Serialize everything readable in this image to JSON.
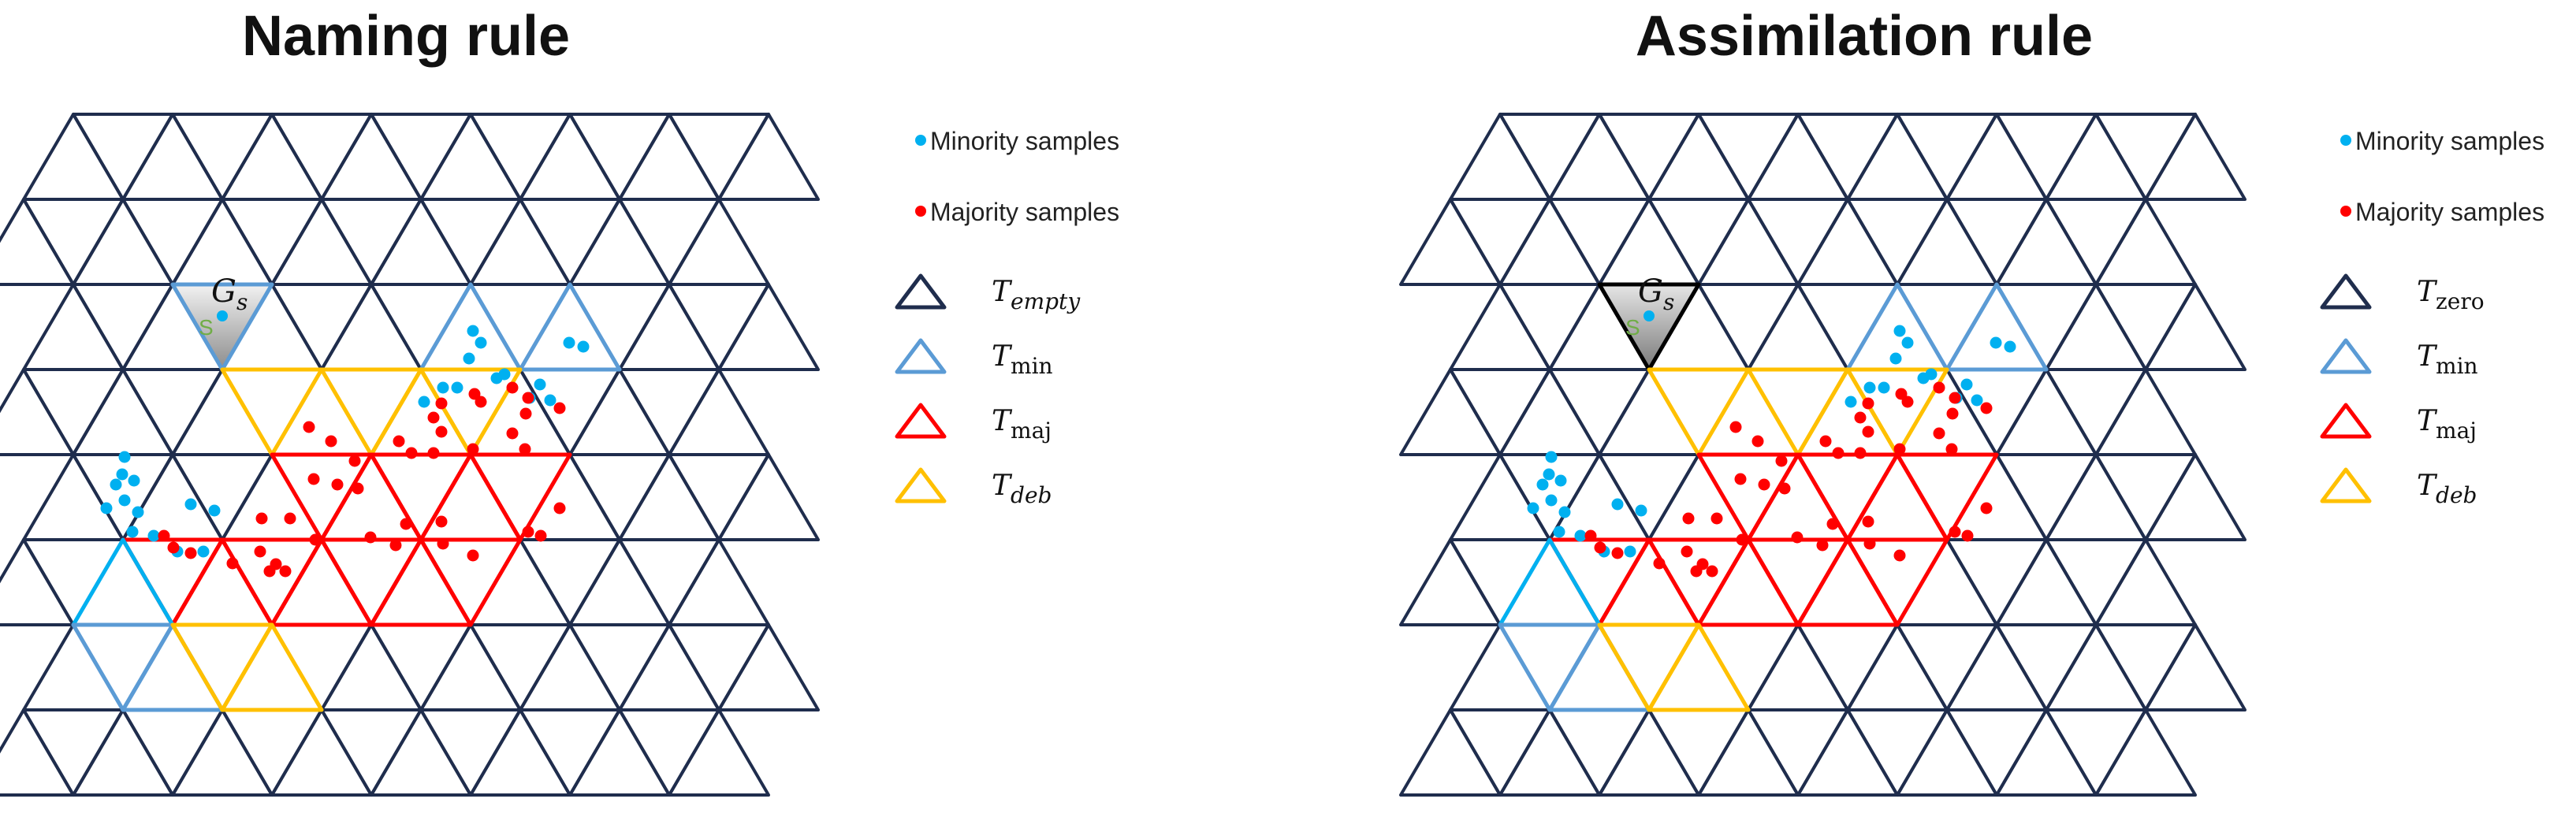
{
  "panels": [
    {
      "id": "naming",
      "title": "Naming rule",
      "grid_label": {
        "main": "G",
        "sub": "s"
      },
      "grid_cell_marker": "S",
      "gs_fill": "gray",
      "legend": {
        "minority": "Minority samples",
        "majority": "Majority samples",
        "types": [
          {
            "key": "empty",
            "main": "T",
            "sub": "empty",
            "italic_sub": true,
            "color": "#1f2d4d"
          },
          {
            "key": "min",
            "main": "T",
            "sub": "min",
            "italic_sub": false,
            "color": "#5b9bd5"
          },
          {
            "key": "maj",
            "main": "T",
            "sub": "maj",
            "italic_sub": false,
            "color": "#ff0000"
          },
          {
            "key": "deb",
            "main": "T",
            "sub": "deb",
            "italic_sub": true,
            "color": "#ffc000"
          }
        ]
      }
    },
    {
      "id": "assimilation",
      "title": "Assimilation  rule",
      "grid_label": {
        "main": "G",
        "sub": "s"
      },
      "grid_cell_marker": "S",
      "gs_fill": "gray-dark",
      "legend": {
        "minority": "Minority samples",
        "majority": "Majority samples",
        "types": [
          {
            "key": "zero",
            "main": "T",
            "sub": "zero",
            "italic_sub": false,
            "color": "#1f2d4d"
          },
          {
            "key": "min",
            "main": "T",
            "sub": "min",
            "italic_sub": false,
            "color": "#5b9bd5"
          },
          {
            "key": "maj",
            "main": "T",
            "sub": "maj",
            "italic_sub": false,
            "color": "#ff0000"
          },
          {
            "key": "deb",
            "main": "T",
            "sub": "deb",
            "italic_sub": true,
            "color": "#ffc000"
          }
        ]
      }
    }
  ],
  "colors": {
    "grid": "#1f2d4d",
    "min": "#5b9bd5",
    "min_bright": "#00b0f0",
    "maj": "#ff0000",
    "deb": "#ffc000",
    "minority_dot": "#00b0f0",
    "majority_dot": "#ff0000",
    "marker_green": "#70ad47"
  }
}
